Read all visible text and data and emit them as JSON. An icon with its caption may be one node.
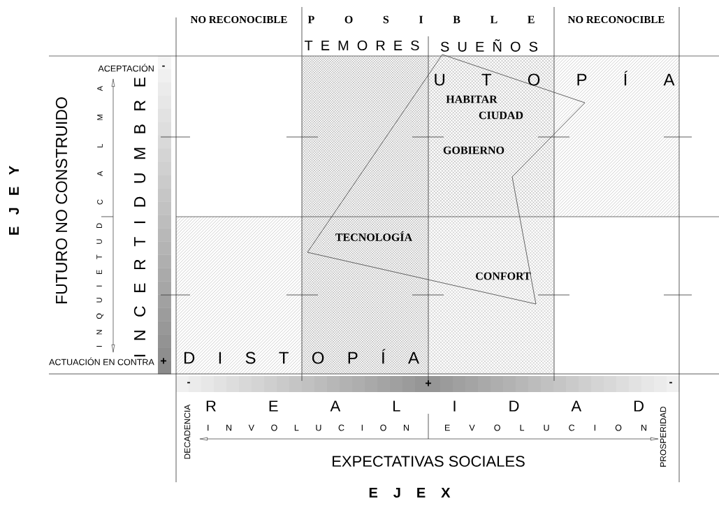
{
  "diagram": {
    "labels": [
      "NO RECONOCIBLE",
      "P O S I B L E",
      "NO RECONOCIBLE",
      "T E M O R E S",
      "S U E Ñ O S",
      "ACEPTACIÓN",
      "-",
      "U T O P Í A",
      "HABITAR",
      "CIUDAD",
      "GOBIERNO",
      "E J E Y",
      "FUTURO NO CONSTRUIDO",
      "C A L M A",
      "I N Q U I E T U D",
      "I N C E R T I D U M B R E",
      "TECNOLOGÍA",
      "CONFORT",
      "ACTUACIÓN EN CONTRA",
      "+",
      "D I S T O P Í A",
      "-",
      "+",
      "-",
      "R E A L I D A D",
      "DECADENCIA",
      "I N V O L U C I O N",
      "E V O L U C I O N",
      "PROSPERIDAD",
      "EXPECTATIVAS SOCIALES",
      "E J E X"
    ]
  }
}
